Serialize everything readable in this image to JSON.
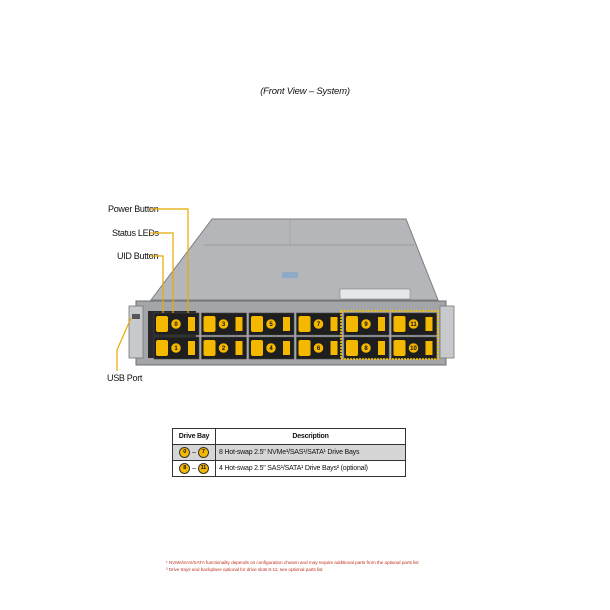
{
  "caption": "(Front View – System)",
  "callouts": {
    "power_button": "Power Button",
    "status_leds": "Status LEDs",
    "uid_button": "UID Button",
    "usb_port": "USB Port"
  },
  "drive_bays": {
    "top_row": [
      "0",
      "3",
      "5",
      "7",
      "9",
      "11"
    ],
    "bottom_row": [
      "1",
      "2",
      "4",
      "6",
      "8",
      "10"
    ]
  },
  "table": {
    "headers": [
      "Drive Bay",
      "Description"
    ],
    "rows": [
      {
        "from": "0",
        "dash": "–",
        "to": "7",
        "description": "8 Hot-swap 2.5\" NVMe¹/SAS¹/SATA¹ Drive Bays"
      },
      {
        "from": "8",
        "dash": "–",
        "to": "11",
        "description": "4 Hot-swap 2.5\" SAS¹/SATA¹ Drive Bays² (optional)"
      }
    ]
  },
  "footnotes": [
    "¹ NVMe/SAS/SATA functionality depends on configuration chosen and may require additional parts from the optional parts list",
    "² Drive trays and backplane optional for drive slots 8-11; see optional parts list"
  ],
  "colors": {
    "callout_line": "#e8a800",
    "drive_tray": "#f5b800",
    "chassis": "#a9abae",
    "bezel": "#2a2a2a",
    "highlight_box": "#f5c400"
  }
}
